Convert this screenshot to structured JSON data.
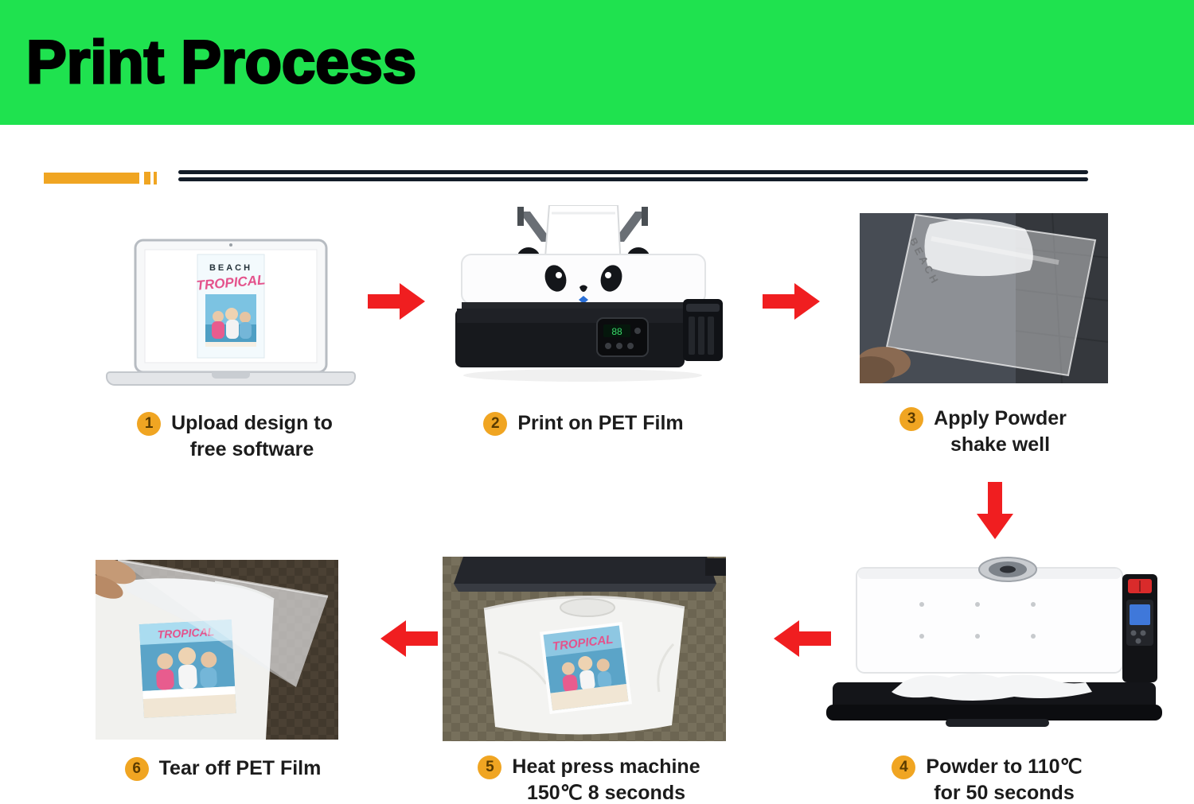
{
  "header": {
    "title": "Print Process"
  },
  "steps": [
    {
      "number": "1",
      "label": "Upload design to\nfree software"
    },
    {
      "number": "2",
      "label": "Print on PET Film"
    },
    {
      "number": "3",
      "label": "Apply Powder\nshake well"
    },
    {
      "number": "4",
      "label": "Powder to 110℃\nfor 50 seconds"
    },
    {
      "number": "5",
      "label": "Heat press machine\n150℃ 8 seconds"
    },
    {
      "number": "6",
      "label": "Tear off PET Film"
    }
  ],
  "illustrations": {
    "poster_word": "BEACH",
    "poster_script": "TROPICAL",
    "film_word": "BEACH",
    "shirt_script": "TROPICAL",
    "shirt_script2": "TROPICAL",
    "printer_display": "88"
  },
  "colors": {
    "banner_green": "#1fe24f",
    "accent_yellow": "#f0a522",
    "arrow_red": "#f01e20",
    "rule_dark": "#131c28"
  }
}
